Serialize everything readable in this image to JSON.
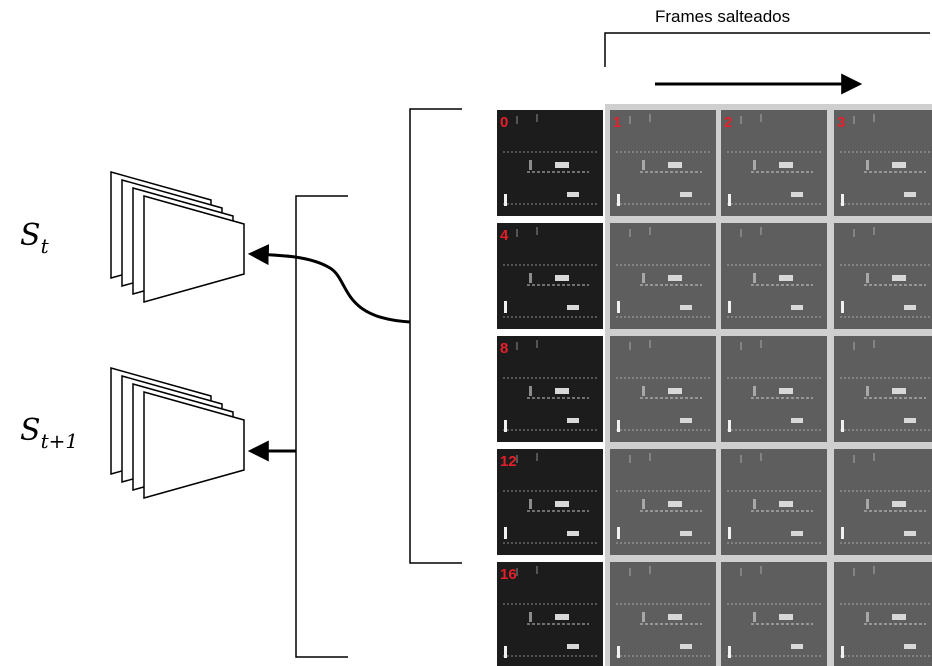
{
  "header": {
    "skipped_frames_label": "Frames salteados"
  },
  "states": [
    {
      "symbol": "S",
      "subscript": "t"
    },
    {
      "symbol": "S",
      "subscript": "t+1"
    }
  ],
  "grid": {
    "rows": 5,
    "cols": 4,
    "row_labels": [
      "0",
      "4",
      "8",
      "12",
      "16"
    ],
    "top_row_labels": [
      "0",
      "1",
      "2",
      "3"
    ],
    "kept_column_color": "#1c1c1c",
    "skipped_column_color": "#5e5e5e",
    "gutter_color": "#cfcfcf"
  },
  "colors": {
    "frame_label": "#e3202a",
    "line": "#000000"
  }
}
